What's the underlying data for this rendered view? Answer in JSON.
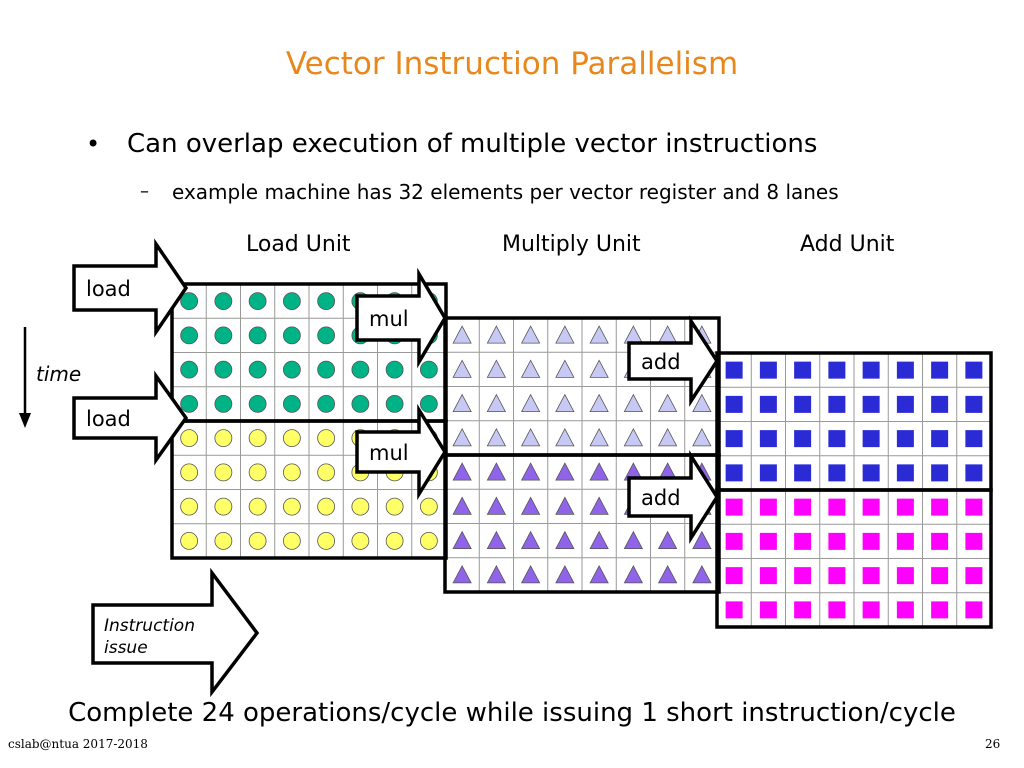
{
  "slide": {
    "title": "Vector Instruction Parallelism",
    "bullet": "Can overlap execution of multiple vector instructions",
    "sub_bullet": "example machine has 32 elements per vector register and 8 lanes",
    "summary": "Complete 24 operations/cycle while issuing 1 short instruction/cycle",
    "credit": "cslab@ntua 2017-2018",
    "page_number": "26"
  },
  "diagram": {
    "units": {
      "load": "Load Unit",
      "multiply": "Multiply Unit",
      "add": "Add Unit"
    },
    "time_label": "time",
    "issue_label_line1": "Instruction",
    "issue_label_line2": "issue",
    "instructions": [
      {
        "label": "load",
        "unit": "load",
        "shape": "circle",
        "color": "#00B386"
      },
      {
        "label": "mul",
        "unit": "multiply",
        "shape": "triangle",
        "color": "#C8C8F4"
      },
      {
        "label": "add",
        "unit": "add",
        "shape": "square",
        "color": "#2B2BD6"
      },
      {
        "label": "load",
        "unit": "load",
        "shape": "circle",
        "color": "#FFFF66"
      },
      {
        "label": "mul",
        "unit": "multiply",
        "shape": "triangle",
        "color": "#8F64E8"
      },
      {
        "label": "add",
        "unit": "add",
        "shape": "square",
        "color": "#FF00FF"
      }
    ],
    "lanes": 8,
    "rows_per_instruction": 4
  }
}
